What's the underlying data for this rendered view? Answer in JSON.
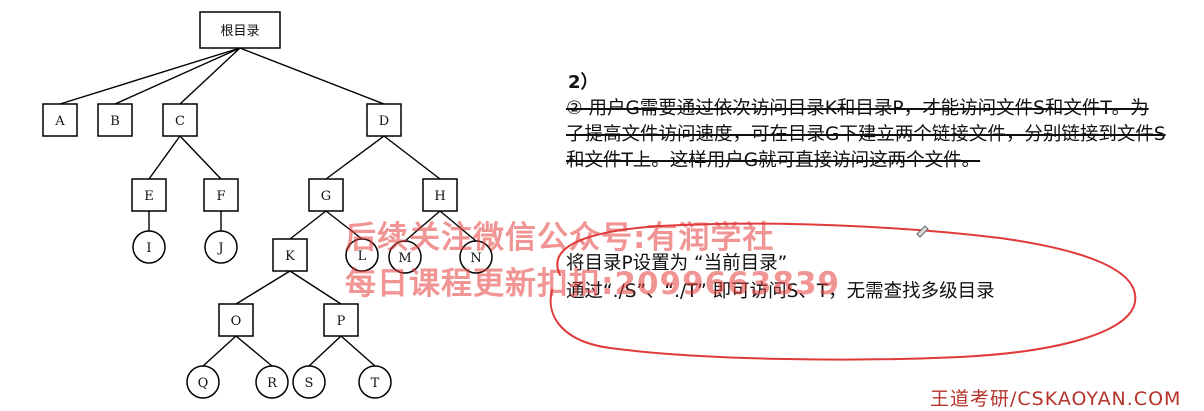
{
  "tree": {
    "nodes": [
      {
        "id": "root",
        "label": "根目录",
        "shape": "rect"
      },
      {
        "id": "A",
        "label": "A",
        "shape": "rect"
      },
      {
        "id": "B",
        "label": "B",
        "shape": "rect"
      },
      {
        "id": "C",
        "label": "C",
        "shape": "rect"
      },
      {
        "id": "D",
        "label": "D",
        "shape": "rect"
      },
      {
        "id": "E",
        "label": "E",
        "shape": "rect"
      },
      {
        "id": "F",
        "label": "F",
        "shape": "rect"
      },
      {
        "id": "G",
        "label": "G",
        "shape": "rect"
      },
      {
        "id": "H",
        "label": "H",
        "shape": "rect"
      },
      {
        "id": "I",
        "label": "I",
        "shape": "circle"
      },
      {
        "id": "J",
        "label": "J",
        "shape": "circle"
      },
      {
        "id": "K",
        "label": "K",
        "shape": "rect"
      },
      {
        "id": "L",
        "label": "L",
        "shape": "circle"
      },
      {
        "id": "M",
        "label": "M",
        "shape": "circle"
      },
      {
        "id": "N",
        "label": "N",
        "shape": "circle"
      },
      {
        "id": "O",
        "label": "O",
        "shape": "rect"
      },
      {
        "id": "P",
        "label": "P",
        "shape": "rect"
      },
      {
        "id": "Q",
        "label": "Q",
        "shape": "circle"
      },
      {
        "id": "R",
        "label": "R",
        "shape": "circle"
      },
      {
        "id": "S",
        "label": "S",
        "shape": "circle"
      },
      {
        "id": "T",
        "label": "T",
        "shape": "circle"
      }
    ],
    "edges": [
      [
        "root",
        "A"
      ],
      [
        "root",
        "B"
      ],
      [
        "root",
        "C"
      ],
      [
        "root",
        "D"
      ],
      [
        "C",
        "E"
      ],
      [
        "C",
        "F"
      ],
      [
        "D",
        "G"
      ],
      [
        "D",
        "H"
      ],
      [
        "E",
        "I"
      ],
      [
        "F",
        "J"
      ],
      [
        "G",
        "K"
      ],
      [
        "G",
        "L"
      ],
      [
        "H",
        "M"
      ],
      [
        "H",
        "N"
      ],
      [
        "K",
        "O"
      ],
      [
        "K",
        "P"
      ],
      [
        "O",
        "Q"
      ],
      [
        "O",
        "R"
      ],
      [
        "P",
        "S"
      ],
      [
        "P",
        "T"
      ]
    ]
  },
  "text": {
    "section_number": "2）",
    "struck_paragraph": "② 用户G需要通过依次访问目录K和目录P，才能访问文件S和文件T。为了提高文件访问速度，可在目录G下建立两个链接文件，分别链接到文件S和文件T上。这样用户G就可直接访问这两个文件。",
    "answer_line1": "将目录P设置为 “当前目录”",
    "answer_line2": "通过“./S”、“./T” 即可访问S、T，无需查找多级目录"
  },
  "watermark": {
    "line1": "后续关注微信公众号:有润学社",
    "line2": "每日课程更新扣扣:2099663839"
  },
  "footer": {
    "text": "王道考研/CSKAOYAN.COM"
  },
  "colors": {
    "watermark": "#e63c3c",
    "annotation": "#e03a3a",
    "footer": "#b5332a"
  }
}
